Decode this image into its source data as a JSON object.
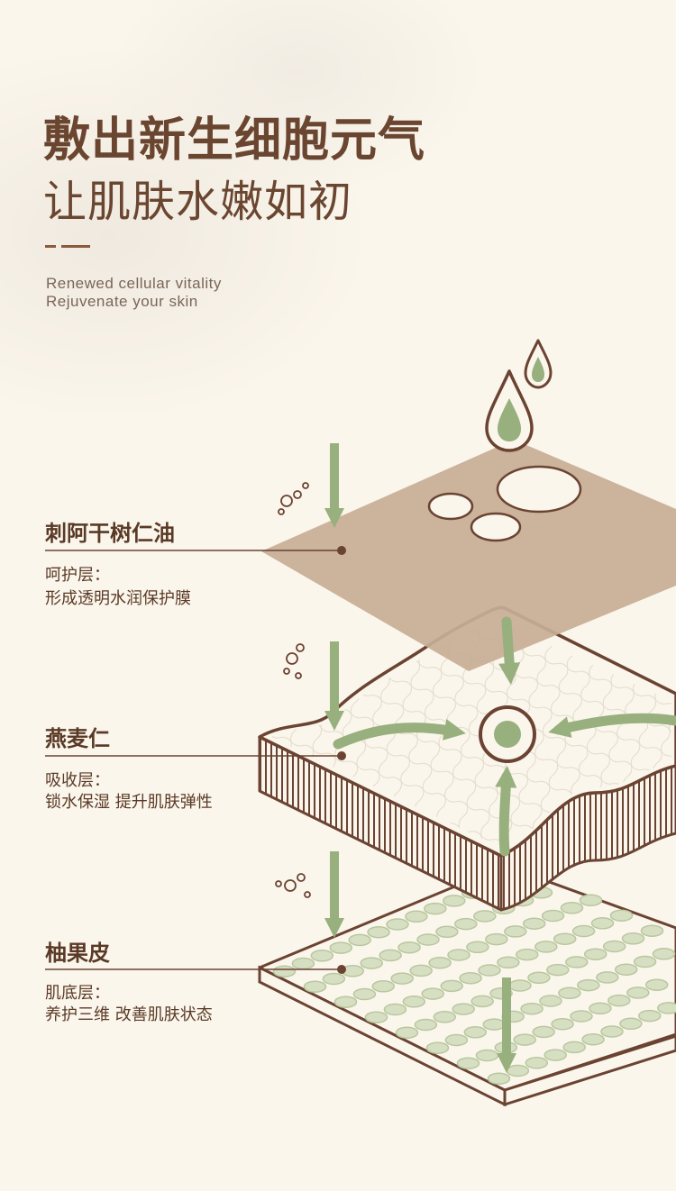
{
  "header": {
    "title": "敷出新生细胞元气",
    "subtitle": "让肌肤水嫩如初",
    "english_line1": "Renewed cellular vitality",
    "english_line2": "Rejuvenate your skin"
  },
  "layers": [
    {
      "name": "刺阿干树仁油",
      "layer": "呵护层：",
      "desc": "形成透明水润保护膜"
    },
    {
      "name": "燕麦仁",
      "layer": "吸收层：",
      "desc": "锁水保湿 提升肌肤弹性"
    },
    {
      "name": "柚果皮",
      "layer": "肌底层：",
      "desc": "养护三维 改善肌肤状态"
    }
  ],
  "colors": {
    "background": "#fbf6ec",
    "brown_text": "#6a4630",
    "outline_brown": "#6b4332",
    "green_accent": "#97b07e",
    "tan_layer": "#c7ad96"
  }
}
